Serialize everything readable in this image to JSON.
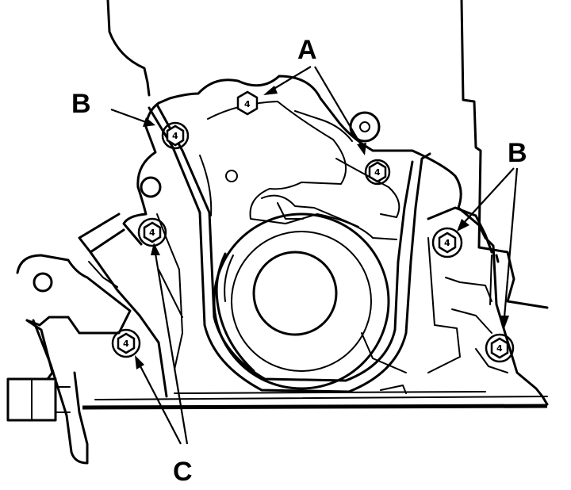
{
  "callouts": {
    "a": "A",
    "b_left": "B",
    "b_right": "B",
    "c": "C"
  },
  "bolts": [
    {
      "id": "bolt-a1",
      "label": "4"
    },
    {
      "id": "bolt-a2",
      "label": "4"
    },
    {
      "id": "bolt-b1",
      "label": "4"
    },
    {
      "id": "bolt-b2",
      "label": "4"
    },
    {
      "id": "bolt-b3",
      "label": "4"
    },
    {
      "id": "bolt-c1",
      "label": "4"
    },
    {
      "id": "bolt-c2",
      "label": "4"
    }
  ]
}
